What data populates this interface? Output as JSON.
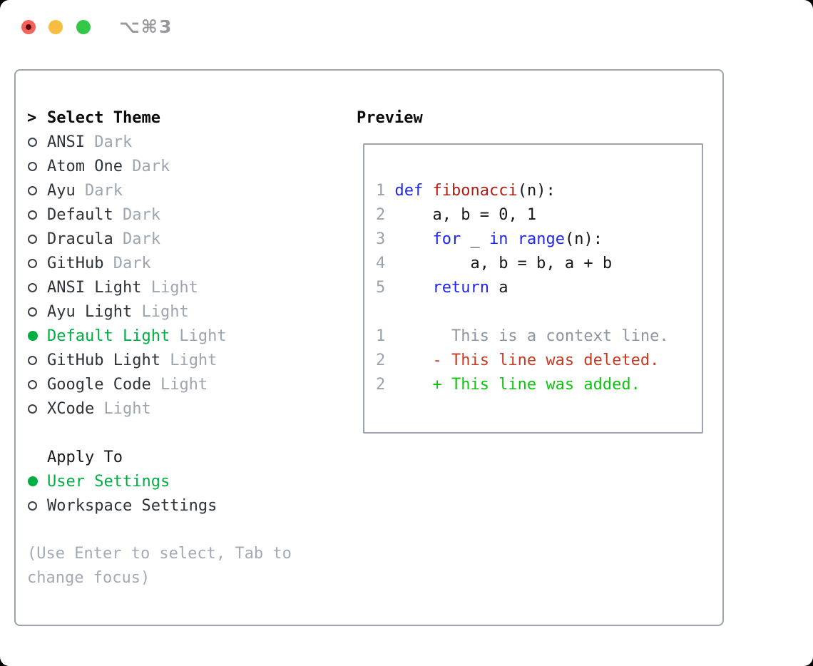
{
  "titlebar": {
    "title": "⌥⌘3"
  },
  "colors": {
    "border": "#9ca3ad",
    "selected": "#00ae41",
    "tag": "#9da5af",
    "hint": "#a3aab4",
    "lineno": "#9aa2ac",
    "keyword": "#2026e8",
    "function": "#ae1e12",
    "text": "#16181c",
    "context": "#8e959f",
    "deleted": "#c63a22",
    "added": "#0fc30f",
    "tl_red": "#f4625c",
    "tl_yellow": "#f6bd3f",
    "tl_green": "#33c748"
  },
  "theme_list": {
    "header": {
      "marker": ">",
      "label": "Select Theme"
    },
    "items": [
      {
        "name": "ANSI",
        "tag": "Dark",
        "selected": false
      },
      {
        "name": "Atom One",
        "tag": "Dark",
        "selected": false
      },
      {
        "name": "Ayu",
        "tag": "Dark",
        "selected": false
      },
      {
        "name": "Default",
        "tag": "Dark",
        "selected": false
      },
      {
        "name": "Dracula",
        "tag": "Dark",
        "selected": false
      },
      {
        "name": "GitHub",
        "tag": "Dark",
        "selected": false
      },
      {
        "name": "ANSI Light",
        "tag": "Light",
        "selected": false
      },
      {
        "name": "Ayu Light",
        "tag": "Light",
        "selected": false
      },
      {
        "name": "Default Light",
        "tag": "Light",
        "selected": true
      },
      {
        "name": "GitHub Light",
        "tag": "Light",
        "selected": false
      },
      {
        "name": "Google Code",
        "tag": "Light",
        "selected": false
      },
      {
        "name": "XCode",
        "tag": "Light",
        "selected": false
      }
    ]
  },
  "apply_to": {
    "label": "Apply To",
    "options": [
      {
        "name": "User Settings",
        "selected": true
      },
      {
        "name": "Workspace Settings",
        "selected": false
      }
    ]
  },
  "hint": {
    "line1": "(Use Enter to select, Tab to",
    "line2": "change focus)"
  },
  "preview": {
    "label": "Preview",
    "lines": [
      {
        "segments": [
          {
            "t": "1 ",
            "c": "ln"
          },
          {
            "t": "def",
            "c": "kw"
          },
          {
            "t": " ",
            "c": "pl"
          },
          {
            "t": "fibonacci",
            "c": "fn"
          },
          {
            "t": "(n):",
            "c": "pl"
          }
        ]
      },
      {
        "segments": [
          {
            "t": "2 ",
            "c": "ln"
          },
          {
            "t": "    a, b = 0, 1",
            "c": "pl"
          }
        ]
      },
      {
        "segments": [
          {
            "t": "3 ",
            "c": "ln"
          },
          {
            "t": "    ",
            "c": "pl"
          },
          {
            "t": "for",
            "c": "kw"
          },
          {
            "t": " _ ",
            "c": "pl"
          },
          {
            "t": "in",
            "c": "kw"
          },
          {
            "t": " ",
            "c": "pl"
          },
          {
            "t": "range",
            "c": "kw"
          },
          {
            "t": "(n):",
            "c": "pl"
          }
        ]
      },
      {
        "segments": [
          {
            "t": "4 ",
            "c": "ln"
          },
          {
            "t": "        a, b = b, a + b",
            "c": "pl"
          }
        ]
      },
      {
        "segments": [
          {
            "t": "5 ",
            "c": "ln"
          },
          {
            "t": "    ",
            "c": "pl"
          },
          {
            "t": "return",
            "c": "kw"
          },
          {
            "t": " a",
            "c": "pl"
          }
        ]
      },
      {
        "segments": []
      },
      {
        "segments": [
          {
            "t": "1",
            "c": "ln"
          },
          {
            "t": "       This is a context line.",
            "c": "ctx"
          }
        ]
      },
      {
        "segments": [
          {
            "t": "2",
            "c": "ln"
          },
          {
            "t": "     - This line was deleted.",
            "c": "del"
          }
        ]
      },
      {
        "segments": [
          {
            "t": "2",
            "c": "ln"
          },
          {
            "t": "     + This line was added.",
            "c": "add"
          }
        ]
      }
    ]
  }
}
